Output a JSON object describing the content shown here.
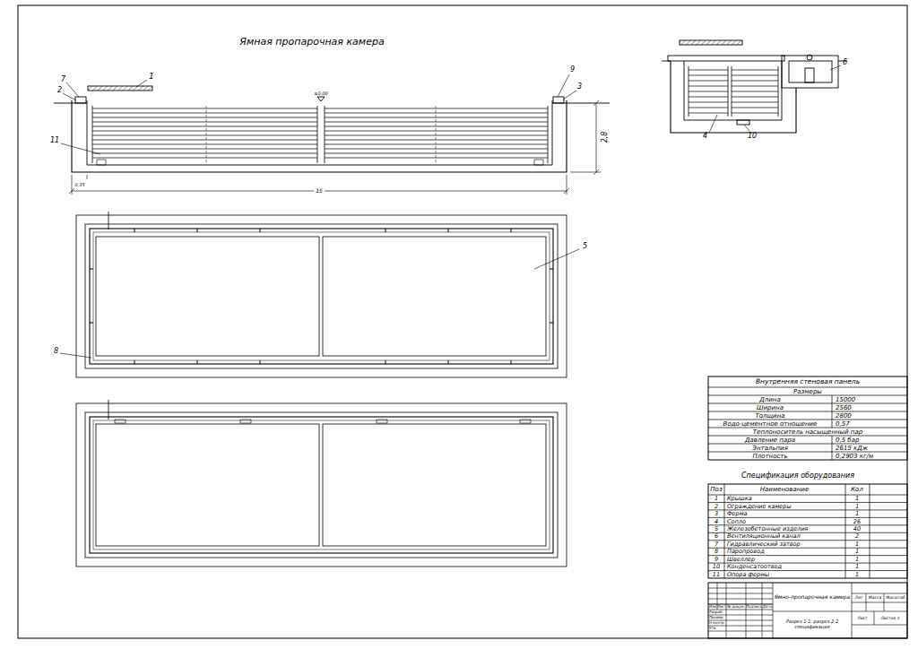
{
  "diagram": {
    "title": "Ямная пропарочная камера",
    "labels": [
      "1",
      "7",
      "2",
      "11",
      "9",
      "3",
      "±0,00",
      "2,8",
      "0,35",
      "15",
      "6",
      "4",
      "10",
      "5",
      "8",
      "Внутренняя стеновая панель",
      "Размеры",
      "Длина",
      "15000",
      "Ширина",
      "2560",
      "Толщина",
      "2800",
      "Водо-цементное отношение",
      "0,57",
      "Теплоноситель насыщенный пар",
      "Давление пара",
      "0,5 бар",
      "Энтальпия",
      "2615 кДж",
      "Плотность",
      "0,2903 кг/м",
      "Спецификация оборудования",
      "Поз",
      "Наименование",
      "Кол",
      "1",
      "Крышка",
      "1",
      "2",
      "Ограждение камеры",
      "1",
      "3",
      "Ферма",
      "1",
      "4",
      "Сопло",
      "26",
      "5",
      "Железобетонные изделия",
      "40",
      "6",
      "Вентиляционный канал",
      "2",
      "7",
      "Гидравлический затвор",
      "1",
      "8",
      "Паропровод",
      "1",
      "9",
      "Швеллер",
      "1",
      "10",
      "Конденсатоотвод",
      "1",
      "11",
      "Опора фермы",
      "1",
      "Ямно-пропарочная камера",
      "Разрез 1-1, разрез 2-2 спецификация",
      "Лит",
      "Масса",
      "Масштаб",
      "Лист",
      "Листов 1",
      "Изм",
      "Лист",
      "№ докум.",
      "Подпись",
      "Дата",
      "Разраб.",
      "Провер.",
      "Н.контр.",
      "Утв."
    ]
  }
}
